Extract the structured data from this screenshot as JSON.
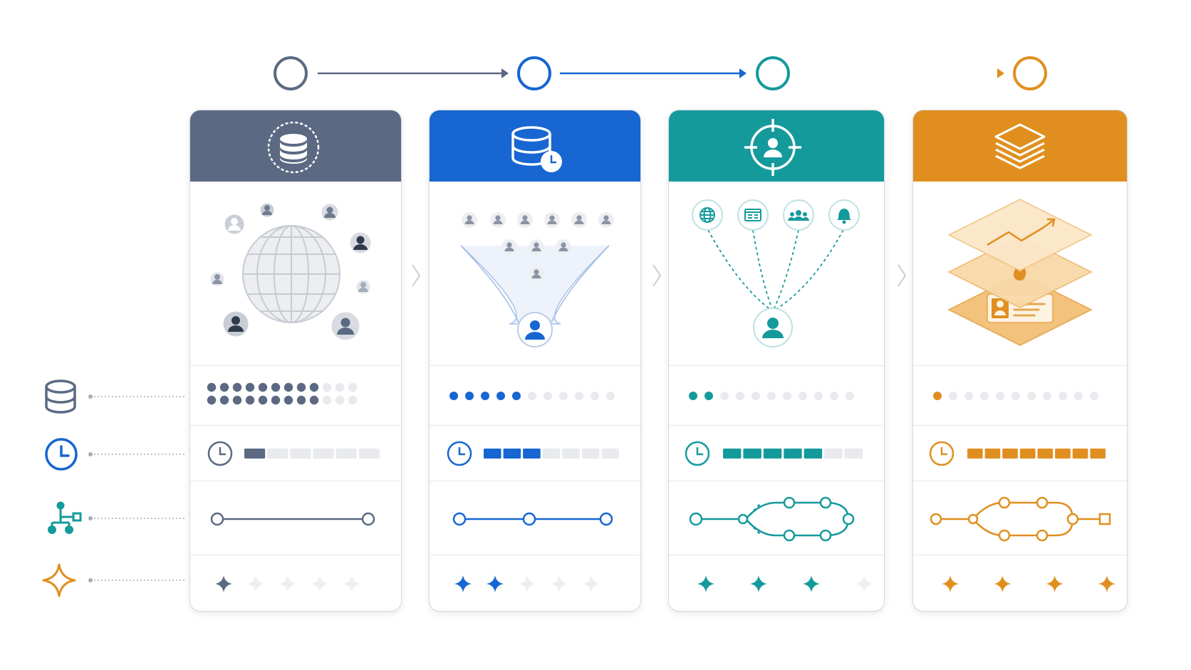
{
  "colors": {
    "slate": "#5b6a82",
    "blue": "#1766d1",
    "teal": "#159a9c",
    "orange": "#e08f1f",
    "inactive": "#e8eaee",
    "line": "#c9ced6"
  },
  "legend": [
    {
      "icon": "database-icon",
      "color": "#5b6a82"
    },
    {
      "icon": "clock-icon",
      "color": "#1766d1"
    },
    {
      "icon": "flow-network-icon",
      "color": "#159a9c"
    },
    {
      "icon": "sparkle-icon",
      "color": "#e08f1f"
    }
  ],
  "stages": [
    {
      "key": "stage-1",
      "color": "#5b6a82",
      "header_icon": "database-dotted-ring-icon",
      "illustration": "globe-with-users",
      "dots": {
        "total": 24,
        "filled": 18,
        "layout": "2x12"
      },
      "progress": {
        "segments": 6,
        "filled": 1
      },
      "flow": "two-node-line",
      "stars": {
        "total": 5,
        "filled": 1
      }
    },
    {
      "key": "stage-2",
      "color": "#1766d1",
      "header_icon": "database-clock-icon",
      "illustration": "user-funnel",
      "dots": {
        "total": 11,
        "filled": 5
      },
      "progress": {
        "segments": 7,
        "filled": 3
      },
      "flow": "three-node-line",
      "stars": {
        "total": 5,
        "filled": 2
      }
    },
    {
      "key": "stage-3",
      "color": "#159a9c",
      "header_icon": "target-user-icon",
      "illustration": "channels-to-user",
      "dots": {
        "total": 11,
        "filled": 2
      },
      "progress": {
        "segments": 7,
        "filled": 5
      },
      "flow": "branching-loop",
      "stars": {
        "total": 4,
        "filled": 3
      }
    },
    {
      "key": "stage-4",
      "color": "#e08f1f",
      "header_icon": "layers-icon",
      "illustration": "stacked-profile-layers",
      "dots": {
        "total": 11,
        "filled": 1
      },
      "progress": {
        "segments": 8,
        "filled": 8
      },
      "flow": "branching-loop-terminal",
      "stars": {
        "total": 4,
        "filled": 4
      }
    }
  ]
}
